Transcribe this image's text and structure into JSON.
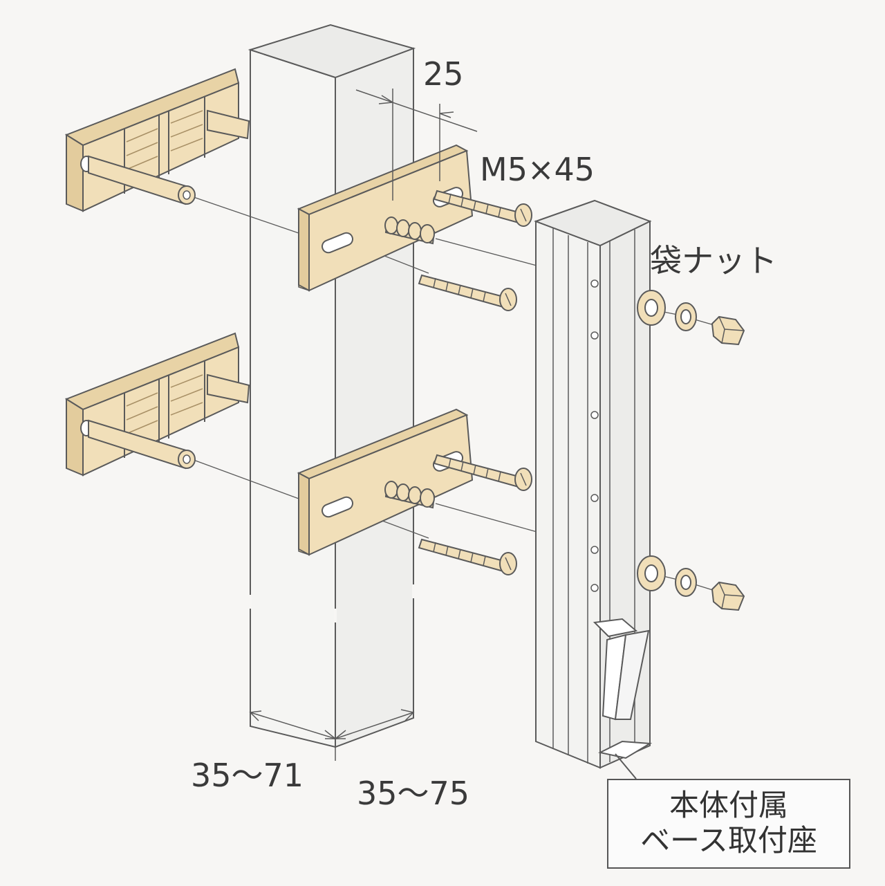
{
  "labels": {
    "dim_top": "25",
    "bolt_spec": "M5×45",
    "cap_nut": "袋ナット",
    "dim_left": "35～71",
    "dim_right": "35～75",
    "callout_line1": "本体付属",
    "callout_line2": "ベース取付座"
  },
  "colors": {
    "bracket_fill": "#f1dfb9",
    "bracket_shade": "#e3cc9d",
    "outline": "#5a5a5a",
    "post_fill": "#f5f5f3",
    "post_top": "#ebebe9",
    "column_fill": "#f3f3f1",
    "background": "#f7f6f4"
  },
  "icons": [
    "wall-bracket-icon",
    "slotted-plate-icon",
    "screw-bolt-icon",
    "washer-icon",
    "cap-nut-icon"
  ]
}
